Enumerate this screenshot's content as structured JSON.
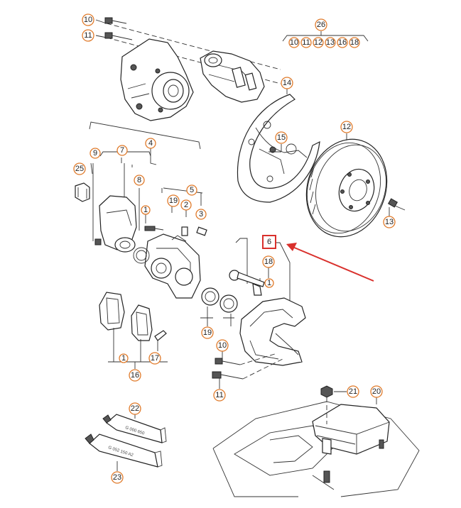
{
  "callouts": {
    "c10a": "10",
    "c11a": "11",
    "c26": "26",
    "c26_10": "10",
    "c26_11": "11",
    "c26_12": "12",
    "c26_13": "13",
    "c26_16": "16",
    "c26_18": "18",
    "c14": "14",
    "c12": "12",
    "c15": "15",
    "c13": "13",
    "c9": "9",
    "c7": "7",
    "c4": "4",
    "c25": "25",
    "c8": "8",
    "c5": "5",
    "c19a": "19",
    "c2": "2",
    "c3": "3",
    "c1a": "1",
    "c6": "6",
    "c18": "18",
    "c1b": "1",
    "c19b": "19",
    "c1c": "1",
    "c17": "17",
    "c16": "16",
    "c10b": "10",
    "c11b": "11",
    "c21": "21",
    "c20": "20",
    "c22": "22",
    "c23": "23"
  },
  "tubes": {
    "tube1": "G 000 650",
    "tube2": "G 052 150 A2"
  },
  "colors": {
    "callout_ring": "#e07a2a",
    "highlight": "#d9302c",
    "arrow": "#d9302c"
  }
}
